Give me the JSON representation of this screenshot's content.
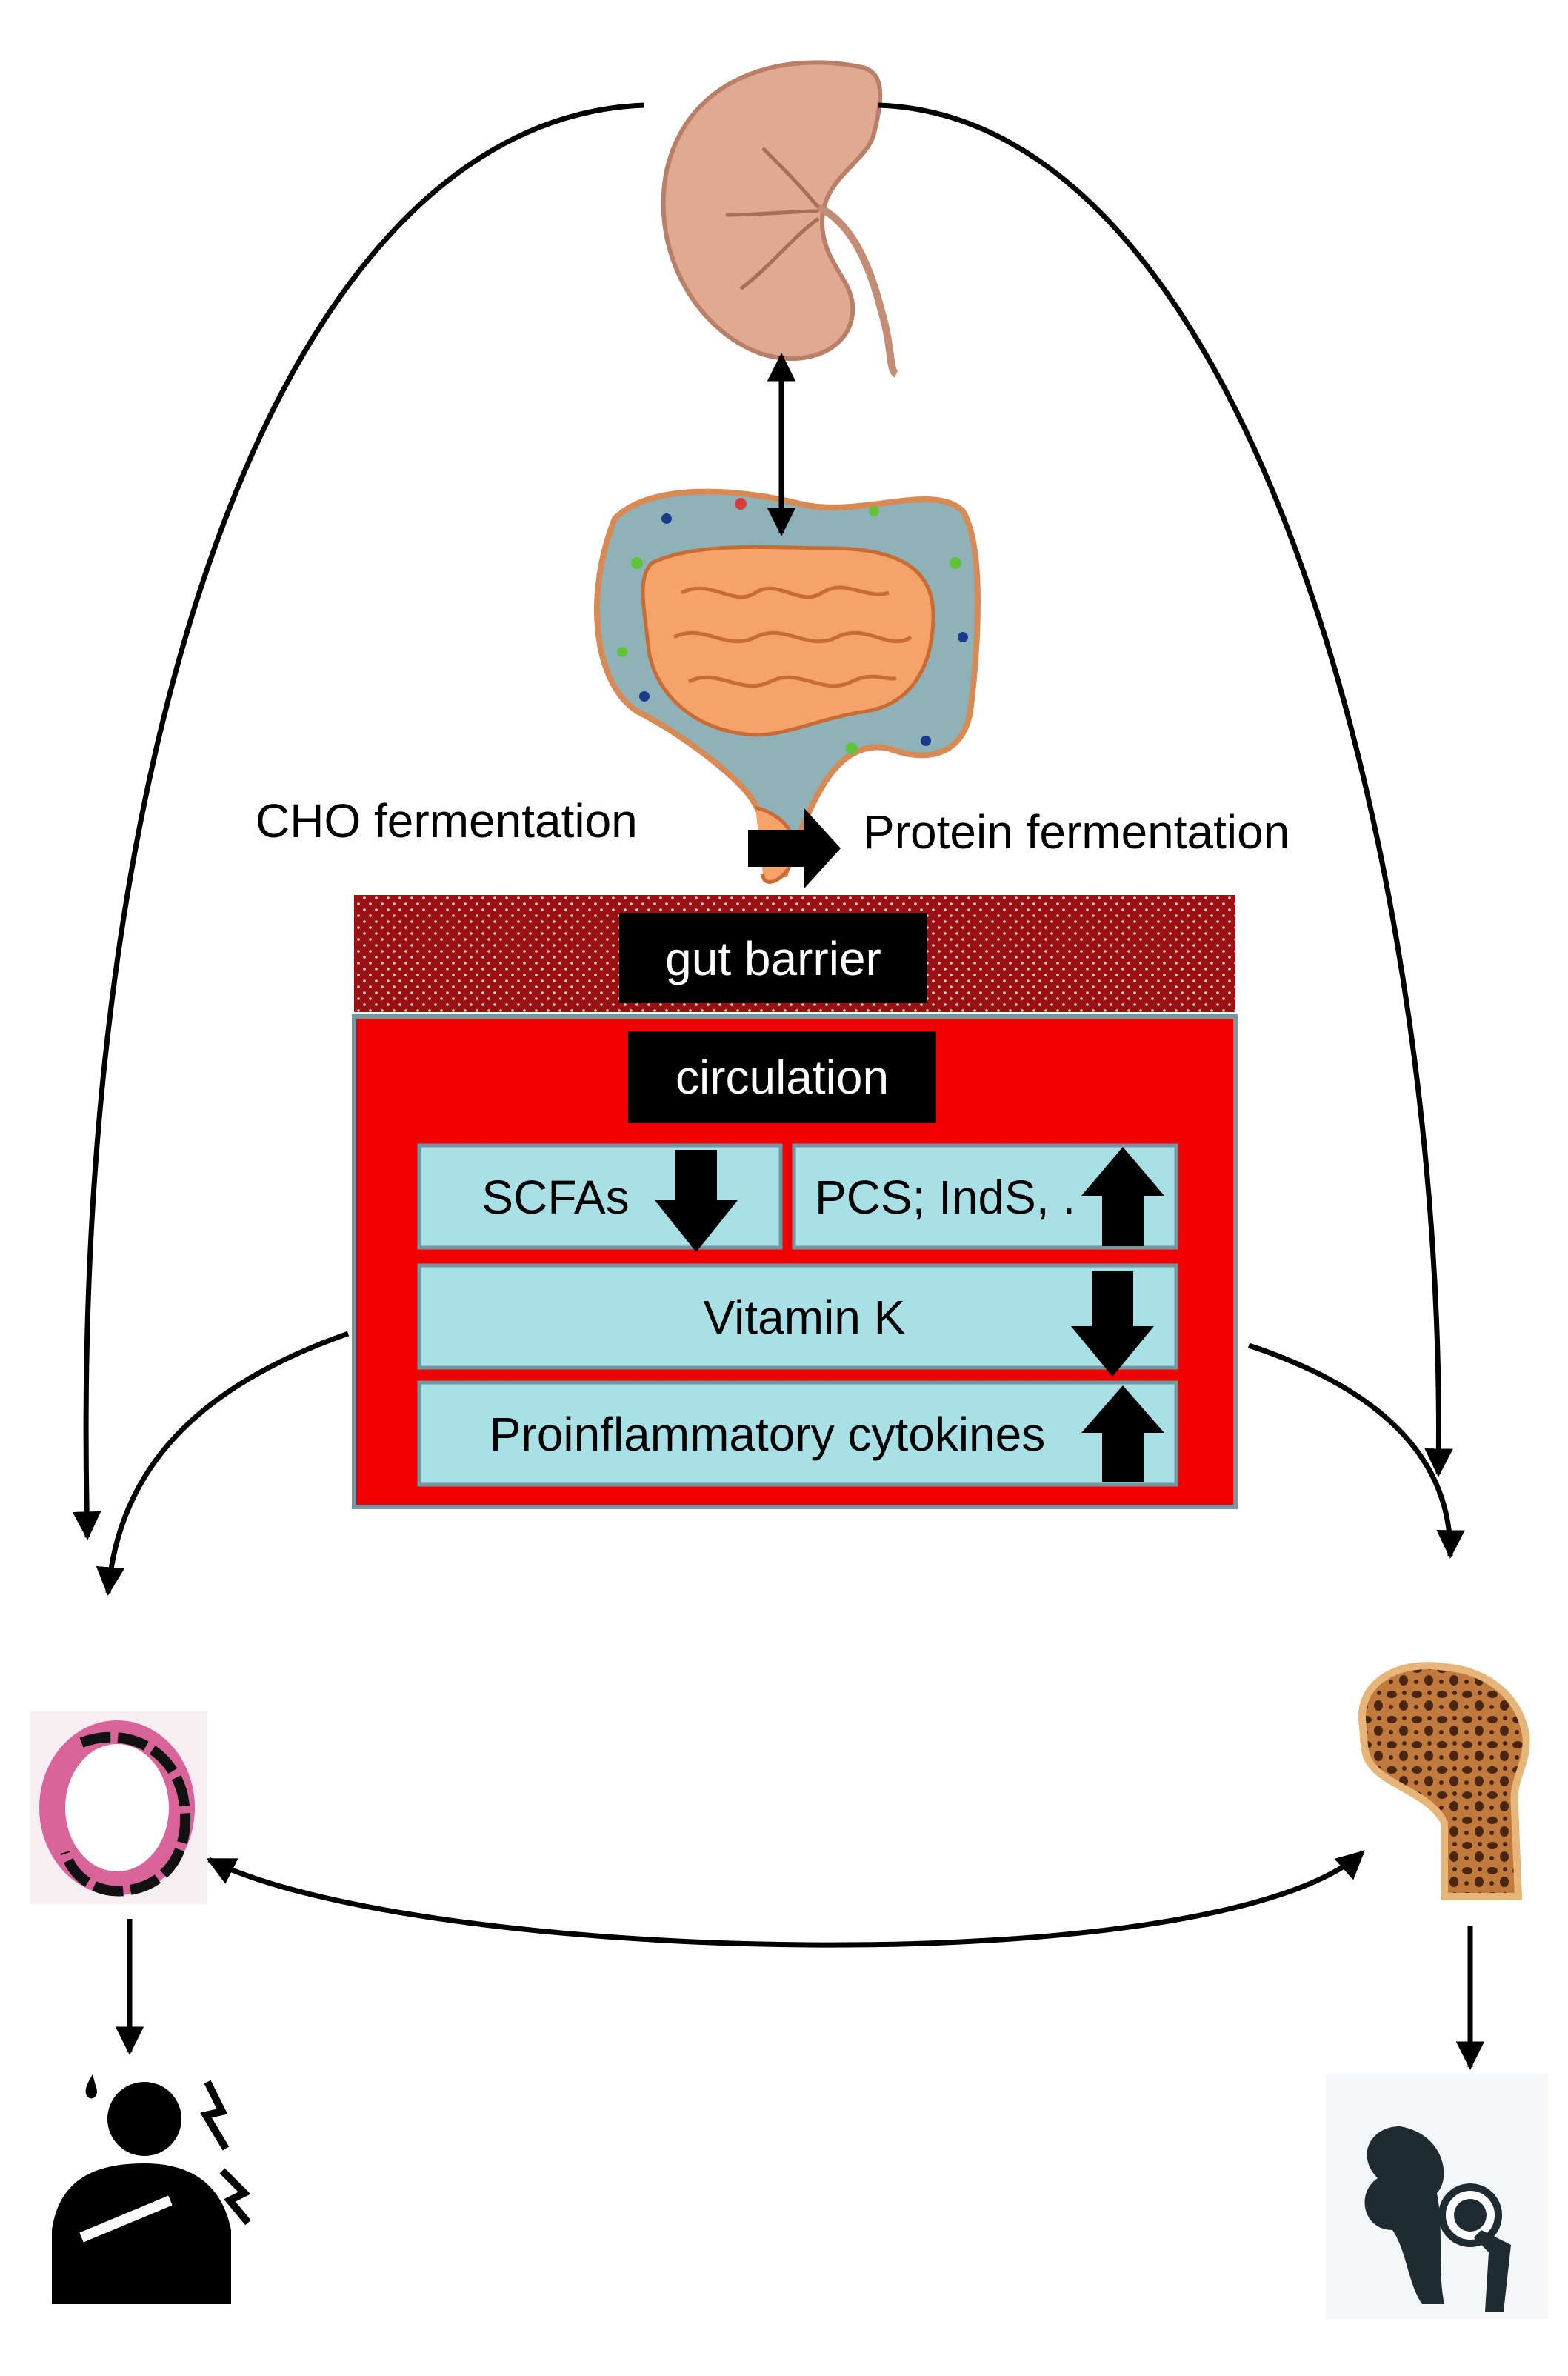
{
  "labels": {
    "cho_fermentation": "CHO fermentation",
    "protein_fermentation": "Protein fermentation",
    "gut_barrier": "gut barrier",
    "circulation": "circulation",
    "scfas": "SCFAs",
    "pcs_inds": "PCS; IndS, .",
    "vitamin_k": "Vitamin K",
    "proinflammatory_cytokines": "Proinflammatory cytokines"
  },
  "indicators": {
    "scfas": "down",
    "pcs_inds": "up",
    "vitamin_k": "down",
    "proinflammatory_cytokines": "up"
  },
  "colors": {
    "circulation_fill": "#f00000",
    "gut_barrier_fill": "#9b1010",
    "marker_box": "#a8e0e6",
    "marker_border": "#6f9aa2",
    "label_box": "#000000",
    "kidney": "#e0aa92",
    "gut": "#f4a46a",
    "colon": "#8fb2b8",
    "artery": "#d9649a",
    "bone": "#b0642b",
    "pictogram": "#1e2b33"
  },
  "icons": [
    "kidney-icon",
    "gut-icon",
    "artery-icon",
    "bone-icon",
    "chest-pain-icon",
    "hip-prosthesis-icon"
  ]
}
